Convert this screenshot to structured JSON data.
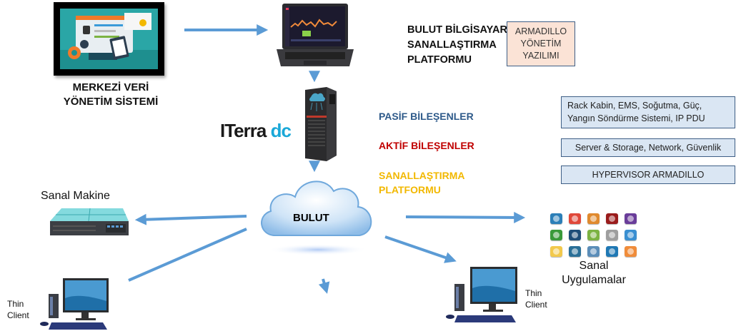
{
  "colors": {
    "arrow": "#5b9bd5",
    "pasif": "#2e5a8a",
    "aktif": "#c00000",
    "sanallastirma": "#f2b800",
    "armadillo_box_fill": "#fbe3d6",
    "info_box_fill": "#dae6f3",
    "box_border": "#3f5f86"
  },
  "central_data_management": {
    "label_line1": "MERKEZİ VERİ",
    "label_line2": "YÖNETİM SİSTEMİ",
    "icon": "monitor-document-icon"
  },
  "cloud_platform": {
    "label_line1": "BULUT BİLGİSAYAR",
    "label_line2": "SANALLAŞTIRMA",
    "label_line3": "PLATFORMU",
    "icon": "laptop-dashboard-icon"
  },
  "armadillo_box": {
    "line1": "ARMADILLO",
    "line2": "YÖNETİM",
    "line3": "YAZILIMI"
  },
  "datacenter": {
    "logo_part1": "ITerra",
    "logo_part2": "dc",
    "icon": "rack-cabinet-icon"
  },
  "components": {
    "pasif": {
      "label": "PASİF BİLEŞENLER",
      "description_line1": "Rack Kabin, EMS, Soğutma, Güç,",
      "description_line2": "Yangın Söndürme Sistemi, IP PDU"
    },
    "aktif": {
      "label": "AKTİF BİLEŞENLER",
      "description": "Server & Storage, Network, Güvenlik"
    },
    "sanallastirma": {
      "label_line1": "SANALLAŞTIRMA",
      "label_line2": "PLATFORMU",
      "description": "HYPERVISOR ARMADILLO"
    }
  },
  "cloud": {
    "label": "BULUT",
    "icon": "cloud-icon"
  },
  "virtual_machine": {
    "label": "Sanal Makine",
    "icon": "server-icon"
  },
  "virtual_apps": {
    "label_line1": "Sanal",
    "label_line2": "Uygulamalar",
    "icons": [
      {
        "name": "app-fan-icon",
        "color": "#2c7fb8"
      },
      {
        "name": "app-firewall-icon",
        "color": "#e0483a"
      },
      {
        "name": "app-search-icon",
        "color": "#e08a2e"
      },
      {
        "name": "app-monitor-search-icon",
        "color": "#9a1c1c"
      },
      {
        "name": "app-network-icon",
        "color": "#6a3d9a"
      },
      {
        "name": "app-globe-icon",
        "color": "#3a9a3a"
      },
      {
        "name": "app-lock-icon",
        "color": "#1f4e79"
      },
      {
        "name": "app-tree-icon",
        "color": "#7cb342"
      },
      {
        "name": "app-traffic-light-icon",
        "color": "#9e9e9e"
      },
      {
        "name": "app-tower-icon",
        "color": "#3a8fd1"
      },
      {
        "name": "app-disk-icon",
        "color": "#f2c94c"
      },
      {
        "name": "app-wireless-icon",
        "color": "#2a6f97"
      },
      {
        "name": "app-cable-icon",
        "color": "#5b8db8"
      },
      {
        "name": "app-save-icon",
        "color": "#1f78b4"
      },
      {
        "name": "app-router-icon",
        "color": "#f08c3a"
      }
    ]
  },
  "thin_client_left": {
    "label_line1": "Thin",
    "label_line2": "Client",
    "icon": "desktop-computer-icon"
  },
  "thin_client_right": {
    "label_line1": "Thin",
    "label_line2": "Client",
    "icon": "desktop-computer-icon"
  }
}
